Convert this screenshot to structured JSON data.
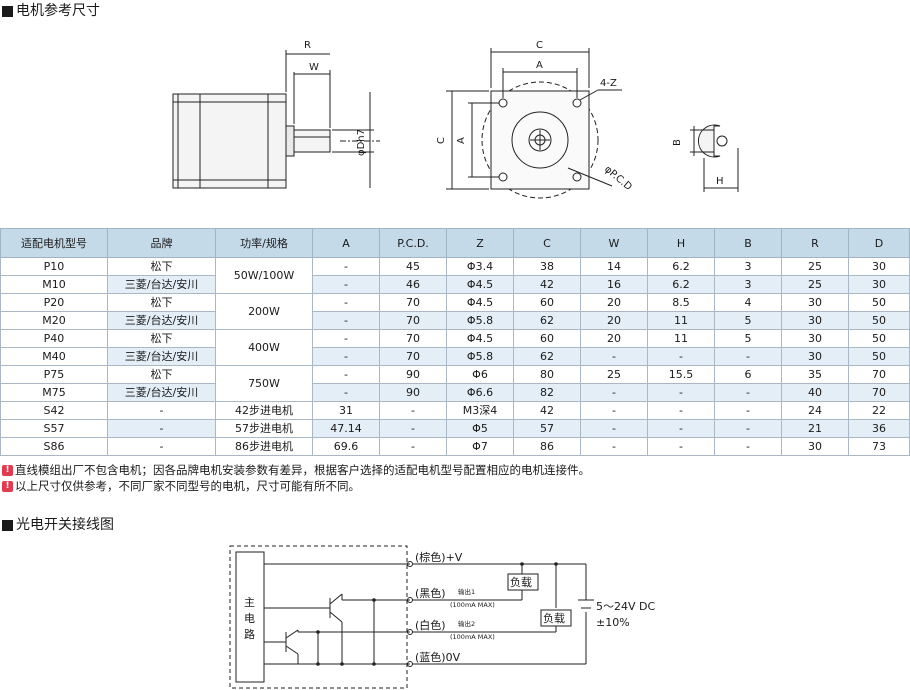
{
  "section1": {
    "title": "电机参考尺寸"
  },
  "drawing": {
    "labels": {
      "R": "R",
      "W": "W",
      "C": "C",
      "A": "A",
      "Z": "4-Z",
      "pcd": "φP.C.D",
      "dh7": "φDh7",
      "B": "B",
      "H": "H"
    }
  },
  "table": {
    "headers": [
      "适配电机型号",
      "品牌",
      "功率/规格",
      "A",
      "P.C.D.",
      "Z",
      "C",
      "W",
      "H",
      "B",
      "R",
      "D"
    ],
    "rows": [
      {
        "model": "P10",
        "brand": "松下",
        "power": "50W/100W",
        "A": "-",
        "pcd": "45",
        "Z": "Φ3.4",
        "C": "38",
        "W": "14",
        "H": "6.2",
        "B": "3",
        "R": "25",
        "D": "30"
      },
      {
        "model": "M10",
        "brand": "三菱/台达/安川",
        "power": "",
        "A": "-",
        "pcd": "46",
        "Z": "Φ4.5",
        "C": "42",
        "W": "16",
        "H": "6.2",
        "B": "3",
        "R": "25",
        "D": "30"
      },
      {
        "model": "P20",
        "brand": "松下",
        "power": "200W",
        "A": "-",
        "pcd": "70",
        "Z": "Φ4.5",
        "C": "60",
        "W": "20",
        "H": "8.5",
        "B": "4",
        "R": "30",
        "D": "50"
      },
      {
        "model": "M20",
        "brand": "三菱/台达/安川",
        "power": "",
        "A": "-",
        "pcd": "70",
        "Z": "Φ5.8",
        "C": "62",
        "W": "20",
        "H": "11",
        "B": "5",
        "R": "30",
        "D": "50"
      },
      {
        "model": "P40",
        "brand": "松下",
        "power": "400W",
        "A": "-",
        "pcd": "70",
        "Z": "Φ4.5",
        "C": "60",
        "W": "20",
        "H": "11",
        "B": "5",
        "R": "30",
        "D": "50"
      },
      {
        "model": "M40",
        "brand": "三菱/台达/安川",
        "power": "",
        "A": "-",
        "pcd": "70",
        "Z": "Φ5.8",
        "C": "62",
        "W": "-",
        "H": "-",
        "B": "-",
        "R": "30",
        "D": "50"
      },
      {
        "model": "P75",
        "brand": "松下",
        "power": "750W",
        "A": "-",
        "pcd": "90",
        "Z": "Φ6",
        "C": "80",
        "W": "25",
        "H": "15.5",
        "B": "6",
        "R": "35",
        "D": "70"
      },
      {
        "model": "M75",
        "brand": "三菱/台达/安川",
        "power": "",
        "A": "-",
        "pcd": "90",
        "Z": "Φ6.6",
        "C": "82",
        "W": "-",
        "H": "-",
        "B": "-",
        "R": "40",
        "D": "70"
      },
      {
        "model": "S42",
        "brand": "-",
        "power": "42步进电机",
        "A": "31",
        "pcd": "-",
        "Z": "M3深4",
        "C": "42",
        "W": "-",
        "H": "-",
        "B": "-",
        "R": "24",
        "D": "22"
      },
      {
        "model": "S57",
        "brand": "-",
        "power": "57步进电机",
        "A": "47.14",
        "pcd": "-",
        "Z": "Φ5",
        "C": "57",
        "W": "-",
        "H": "-",
        "B": "-",
        "R": "21",
        "D": "36"
      },
      {
        "model": "S86",
        "brand": "-",
        "power": "86步进电机",
        "A": "69.6",
        "pcd": "-",
        "Z": "Φ7",
        "C": "86",
        "W": "-",
        "H": "-",
        "B": "-",
        "R": "30",
        "D": "73"
      }
    ]
  },
  "notes": {
    "items": [
      "直线模组出厂不包含电机；因各品牌电机安装参数有差异，根据客户选择的适配电机型号配置相应的电机连接件。",
      "以上尺寸仅供参考，不同厂家不同型号的电机，尺寸可能有所不同。"
    ]
  },
  "section2": {
    "title": "光电开关接线图"
  },
  "wiring": {
    "main_circuit": [
      "主",
      "电",
      "路"
    ],
    "brown": "(棕色)+V",
    "black": "(黑色)",
    "white": "(白色)",
    "blue": "(蓝色)0V",
    "out1": "输出1",
    "out1_max": "(100mA MAX)",
    "out2": "输出2",
    "out2_max": "(100mA MAX)",
    "load1": "负载",
    "load2": "负载",
    "voltage": "5～24V DC",
    "tolerance": "±10%"
  }
}
